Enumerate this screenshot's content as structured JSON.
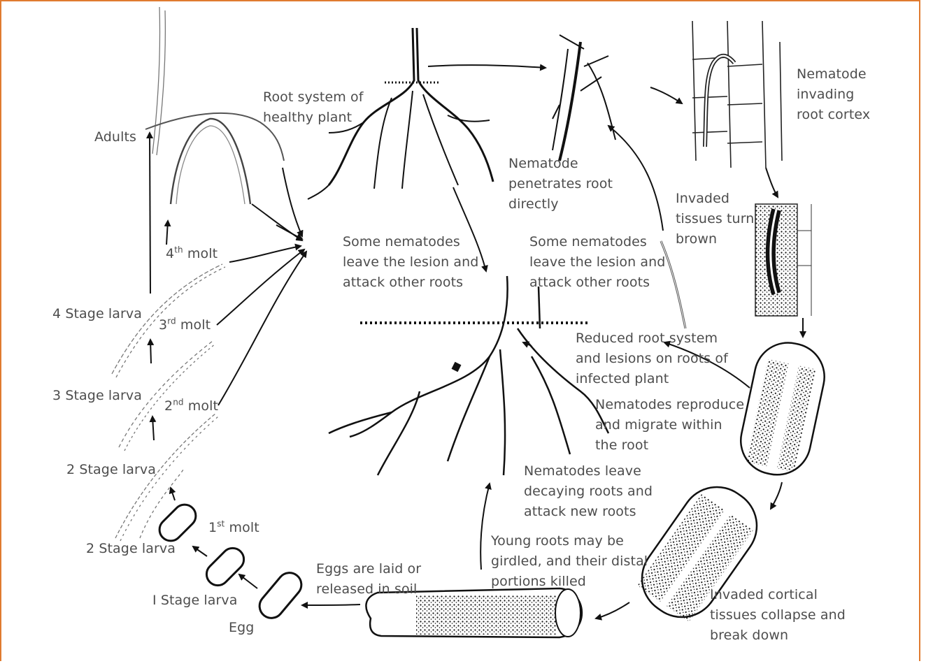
{
  "colors": {
    "frame": "#e07b30",
    "text": "#4d4d4d",
    "ink": "#111111"
  },
  "labels": {
    "adults": "Adults",
    "root_healthy": [
      "Root system of",
      "healthy plant"
    ],
    "nematode_penetrates": [
      "Nematode",
      "penetrates root",
      "directly"
    ],
    "nematode_invading": [
      "Nematode",
      "invading",
      "root cortex"
    ],
    "invaded_brown": [
      "Invaded",
      "tissues turn",
      "brown"
    ],
    "some_leave_left": [
      "Some nematodes",
      "leave the lesion and",
      "attack other roots"
    ],
    "some_leave_right": [
      "Some nematodes",
      "leave the lesion and",
      "attack other roots"
    ],
    "reduced_root": [
      "Reduced root system",
      "and lesions on roots of",
      "infected plant"
    ],
    "reproduce": [
      "Nematodes reproduce",
      "and migrate within",
      "the root"
    ],
    "leave_decaying": [
      "Nematodes leave",
      "decaying roots and",
      "attack new roots"
    ],
    "young_roots": [
      "Young roots may be",
      "girdled, and their distal",
      "portions killed"
    ],
    "eggs_laid": [
      "Eggs are laid or",
      "released in soil"
    ],
    "collapse": [
      "Invaded cortical",
      "tissues collapse and",
      "break down"
    ],
    "egg": "Egg",
    "stage1": "I Stage larva",
    "stage2a": "2 Stage larva",
    "stage2b": "2 Stage larva",
    "stage3": "3 Stage larva",
    "stage4": "4 Stage larva",
    "molt1": {
      "num": "1",
      "sup": "st",
      "word": " molt"
    },
    "molt2": {
      "num": "2",
      "sup": "nd",
      "word": " molt"
    },
    "molt3": {
      "num": "3",
      "sup": "rd",
      "word": " molt"
    },
    "molt4": {
      "num": "4",
      "sup": "th",
      "word": " molt"
    }
  }
}
